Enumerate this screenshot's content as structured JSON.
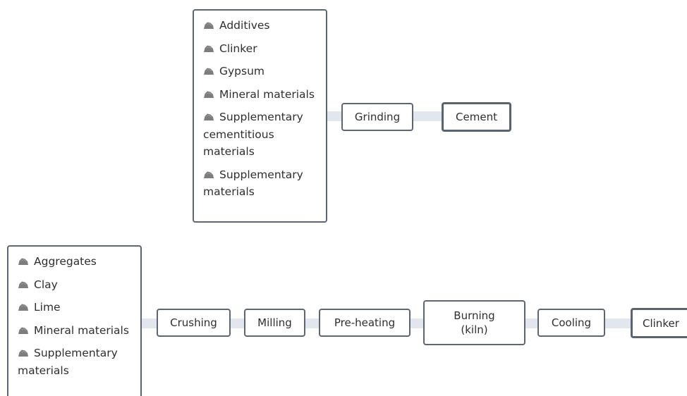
{
  "top_flow": {
    "inputs": [
      {
        "icon": "rock-icon",
        "label": "Additives"
      },
      {
        "icon": "rock-icon",
        "label": "Clinker"
      },
      {
        "icon": "rock-icon",
        "label": "Gypsum"
      },
      {
        "icon": "rock-icon",
        "label": "Mineral materials"
      },
      {
        "icon": "rock-icon",
        "label": "Supplementary cementitious materials"
      },
      {
        "icon": "rock-icon",
        "label": "Supplementary materials"
      }
    ],
    "steps": [
      "Grinding"
    ],
    "output": "Cement"
  },
  "bottom_flow": {
    "inputs": [
      {
        "icon": "rock-icon",
        "label": "Aggregates"
      },
      {
        "icon": "rock-icon",
        "label": "Clay"
      },
      {
        "icon": "rock-icon",
        "label": "Lime"
      },
      {
        "icon": "rock-icon",
        "label": "Mineral materials"
      },
      {
        "icon": "rock-icon",
        "label": "Supplementary materials"
      }
    ],
    "steps": [
      "Crushing",
      "Milling",
      "Pre-heating",
      "Burning (kiln)",
      "Cooling"
    ],
    "output": "Clinker"
  },
  "colors": {
    "box_border": "#5f6673",
    "connector": "#e2e7ef",
    "rock_icon": "#7d7d7d"
  }
}
